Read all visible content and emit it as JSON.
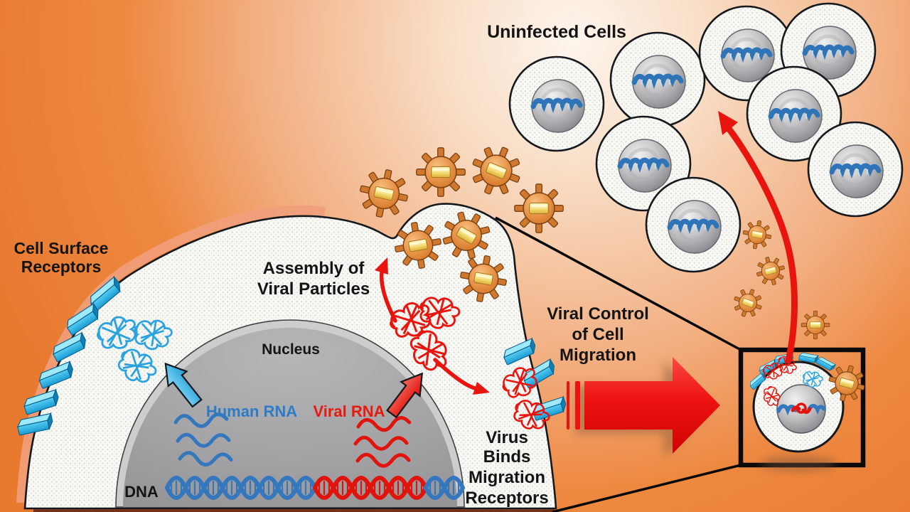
{
  "title": "Viral Control of Cell Migration diagram",
  "labels": {
    "uninfected_cells": "Uninfected Cells",
    "cell_surface_receptors_1": "Cell Surface",
    "cell_surface_receptors_2": "Receptors",
    "assembly_1": "Assembly of",
    "assembly_2": "Viral Particles",
    "nucleus": "Nucleus",
    "human_rna": "Human RNA",
    "viral_rna": "Viral RNA",
    "dna": "DNA",
    "viral_control_1": "Viral Control",
    "viral_control_2": "of Cell",
    "viral_control_3": "Migration",
    "virus_binds_1": "Virus",
    "virus_binds_2": "Binds",
    "virus_binds_3": "Migration",
    "virus_binds_4": "Receptors"
  },
  "colors": {
    "background_center": "#FDF5ED",
    "background_edge": "#E87A30",
    "cell_fill": "#F8F8F5",
    "outline_black": "#15181C",
    "nucleus_gray": "#A2A2A4",
    "receptor_cyan": "#3FC2EE",
    "virus_body_orange": "#E08A3C",
    "virus_core_gold": "#F3DE7A",
    "human_rna_blue": "#2E7BC8",
    "viral_red": "#E8150F",
    "big_arrow_red": "#ED1111",
    "export_arrow_blue": "#35AEE4"
  },
  "figure": {
    "uninfected_cell_count": 8,
    "free_virus_count": 7,
    "migrating_virus_count": 4,
    "inset_virus_count": 1,
    "left_surface_receptor_count": 6,
    "right_migration_receptor_count": 3,
    "inset_receptor_count": 5
  }
}
